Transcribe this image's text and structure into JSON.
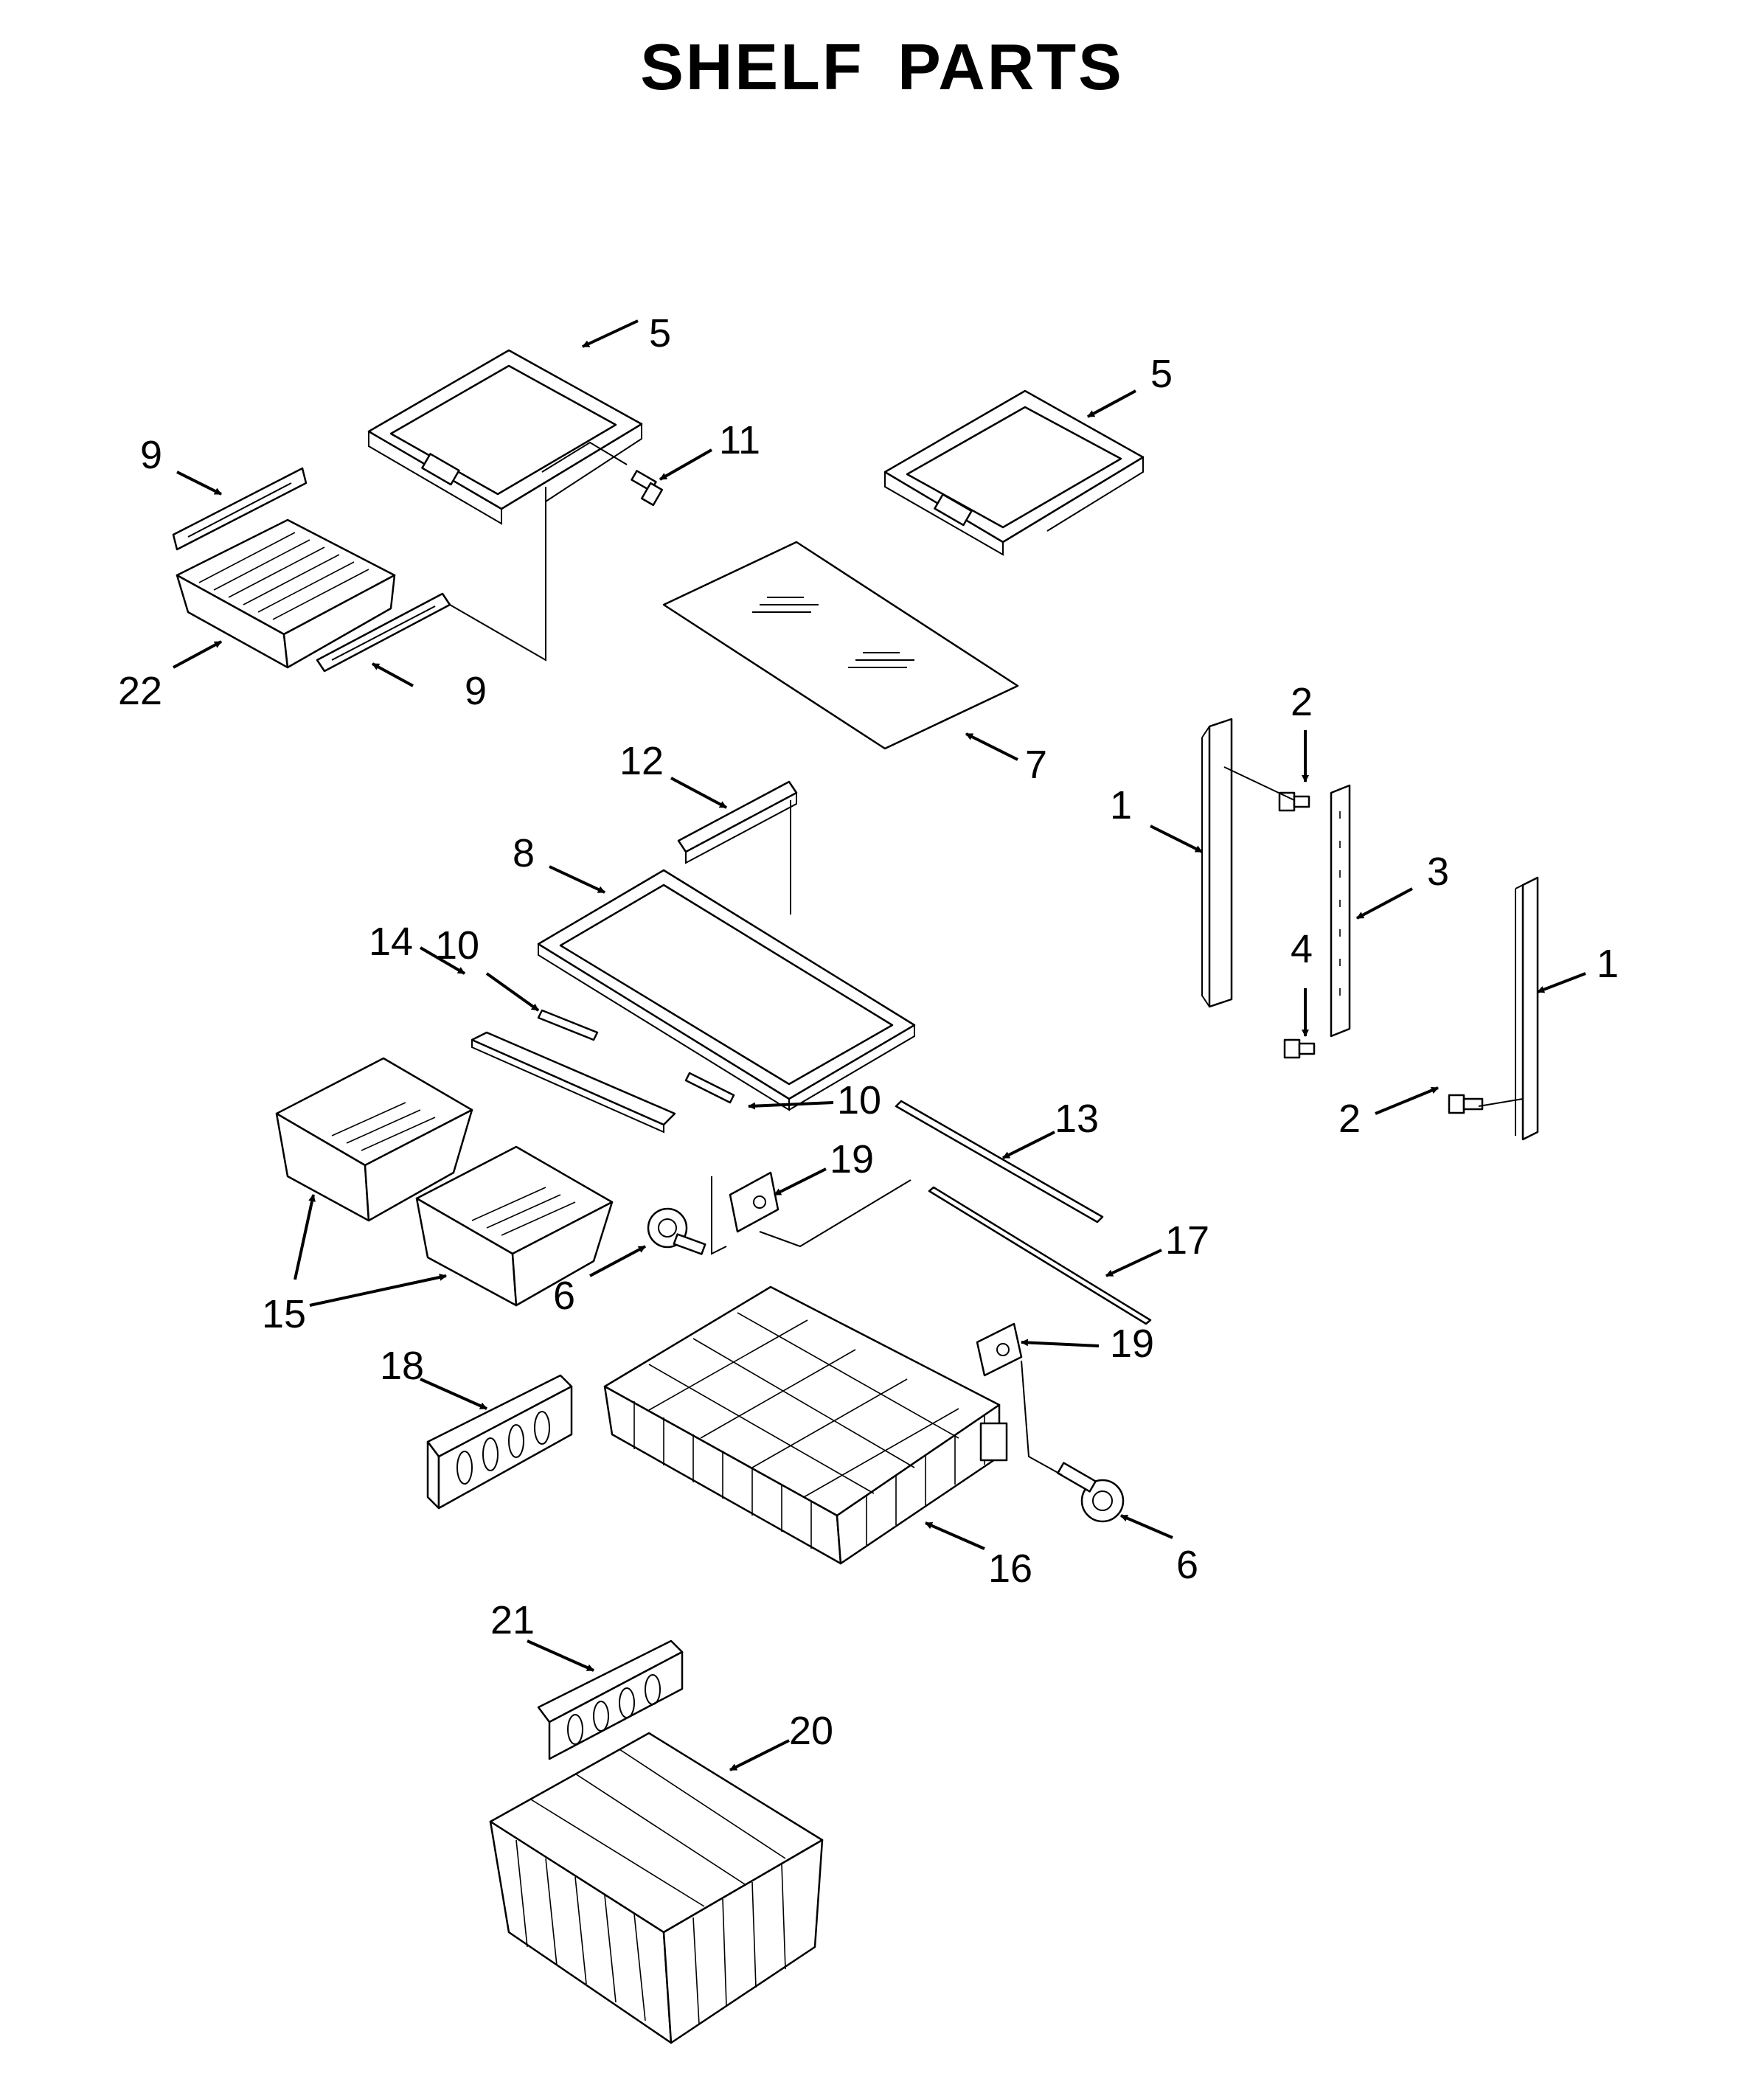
{
  "title": "SHELF PARTS",
  "callouts": {
    "c5a": "5",
    "c5b": "5",
    "c9a": "9",
    "c9b": "9",
    "c11": "11",
    "c22": "22",
    "c7": "7",
    "c12": "12",
    "c8": "8",
    "c2a": "2",
    "c2b": "2",
    "c1a": "1",
    "c1b": "1",
    "c3": "3",
    "c4": "4",
    "c10a": "10",
    "c10b": "10",
    "c14": "14",
    "c13": "13",
    "c19a": "19",
    "c19b": "19",
    "c15": "15",
    "c6a": "6",
    "c6b": "6",
    "c17": "17",
    "c18": "18",
    "c16": "16",
    "c21": "21",
    "c20": "20"
  }
}
